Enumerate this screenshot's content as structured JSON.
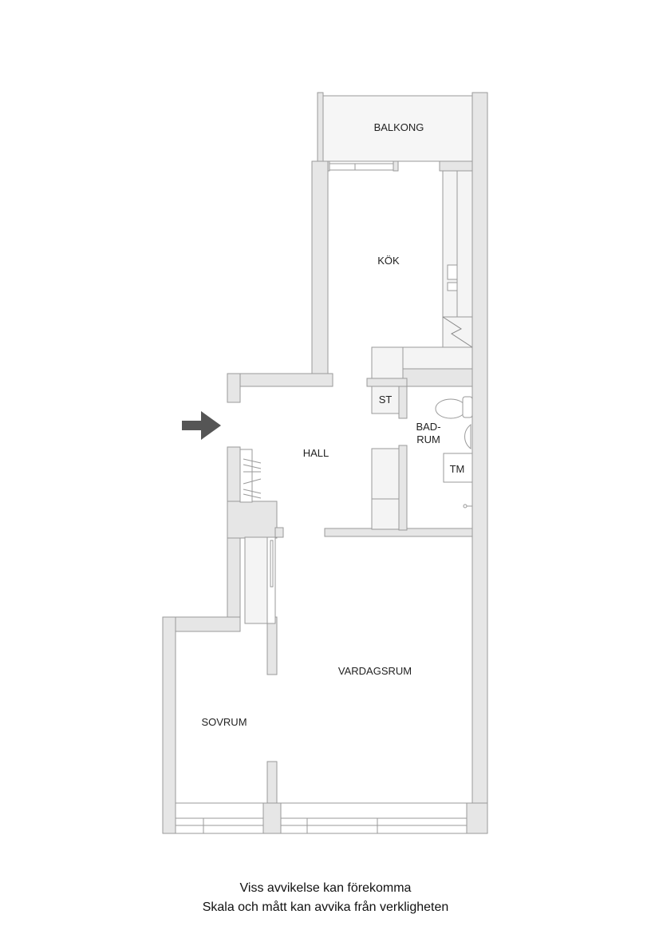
{
  "floorplan": {
    "rooms": [
      {
        "id": "balkong",
        "label": "BALKONG"
      },
      {
        "id": "kok",
        "label": "KÖK"
      },
      {
        "id": "st",
        "label": "ST"
      },
      {
        "id": "badrum",
        "label_line1": "BAD-",
        "label_line2": "RUM"
      },
      {
        "id": "tm",
        "label": "TM"
      },
      {
        "id": "hall",
        "label": "HALL"
      },
      {
        "id": "vardagsrum",
        "label": "VARDAGSRUM"
      },
      {
        "id": "sovrum",
        "label": "SOVRUM"
      }
    ],
    "entrance_arrow": "arrow-right-icon",
    "colors": {
      "wall_fill": "#e6e6e6",
      "wall_stroke": "#9a9a9a",
      "fixture_fill": "#f4f4f4",
      "arrow": "#555555",
      "text": "#222222"
    }
  },
  "disclaimer": {
    "line1": "Viss avvikelse kan förekomma",
    "line2": "Skala och mått kan avvika från verkligheten"
  }
}
